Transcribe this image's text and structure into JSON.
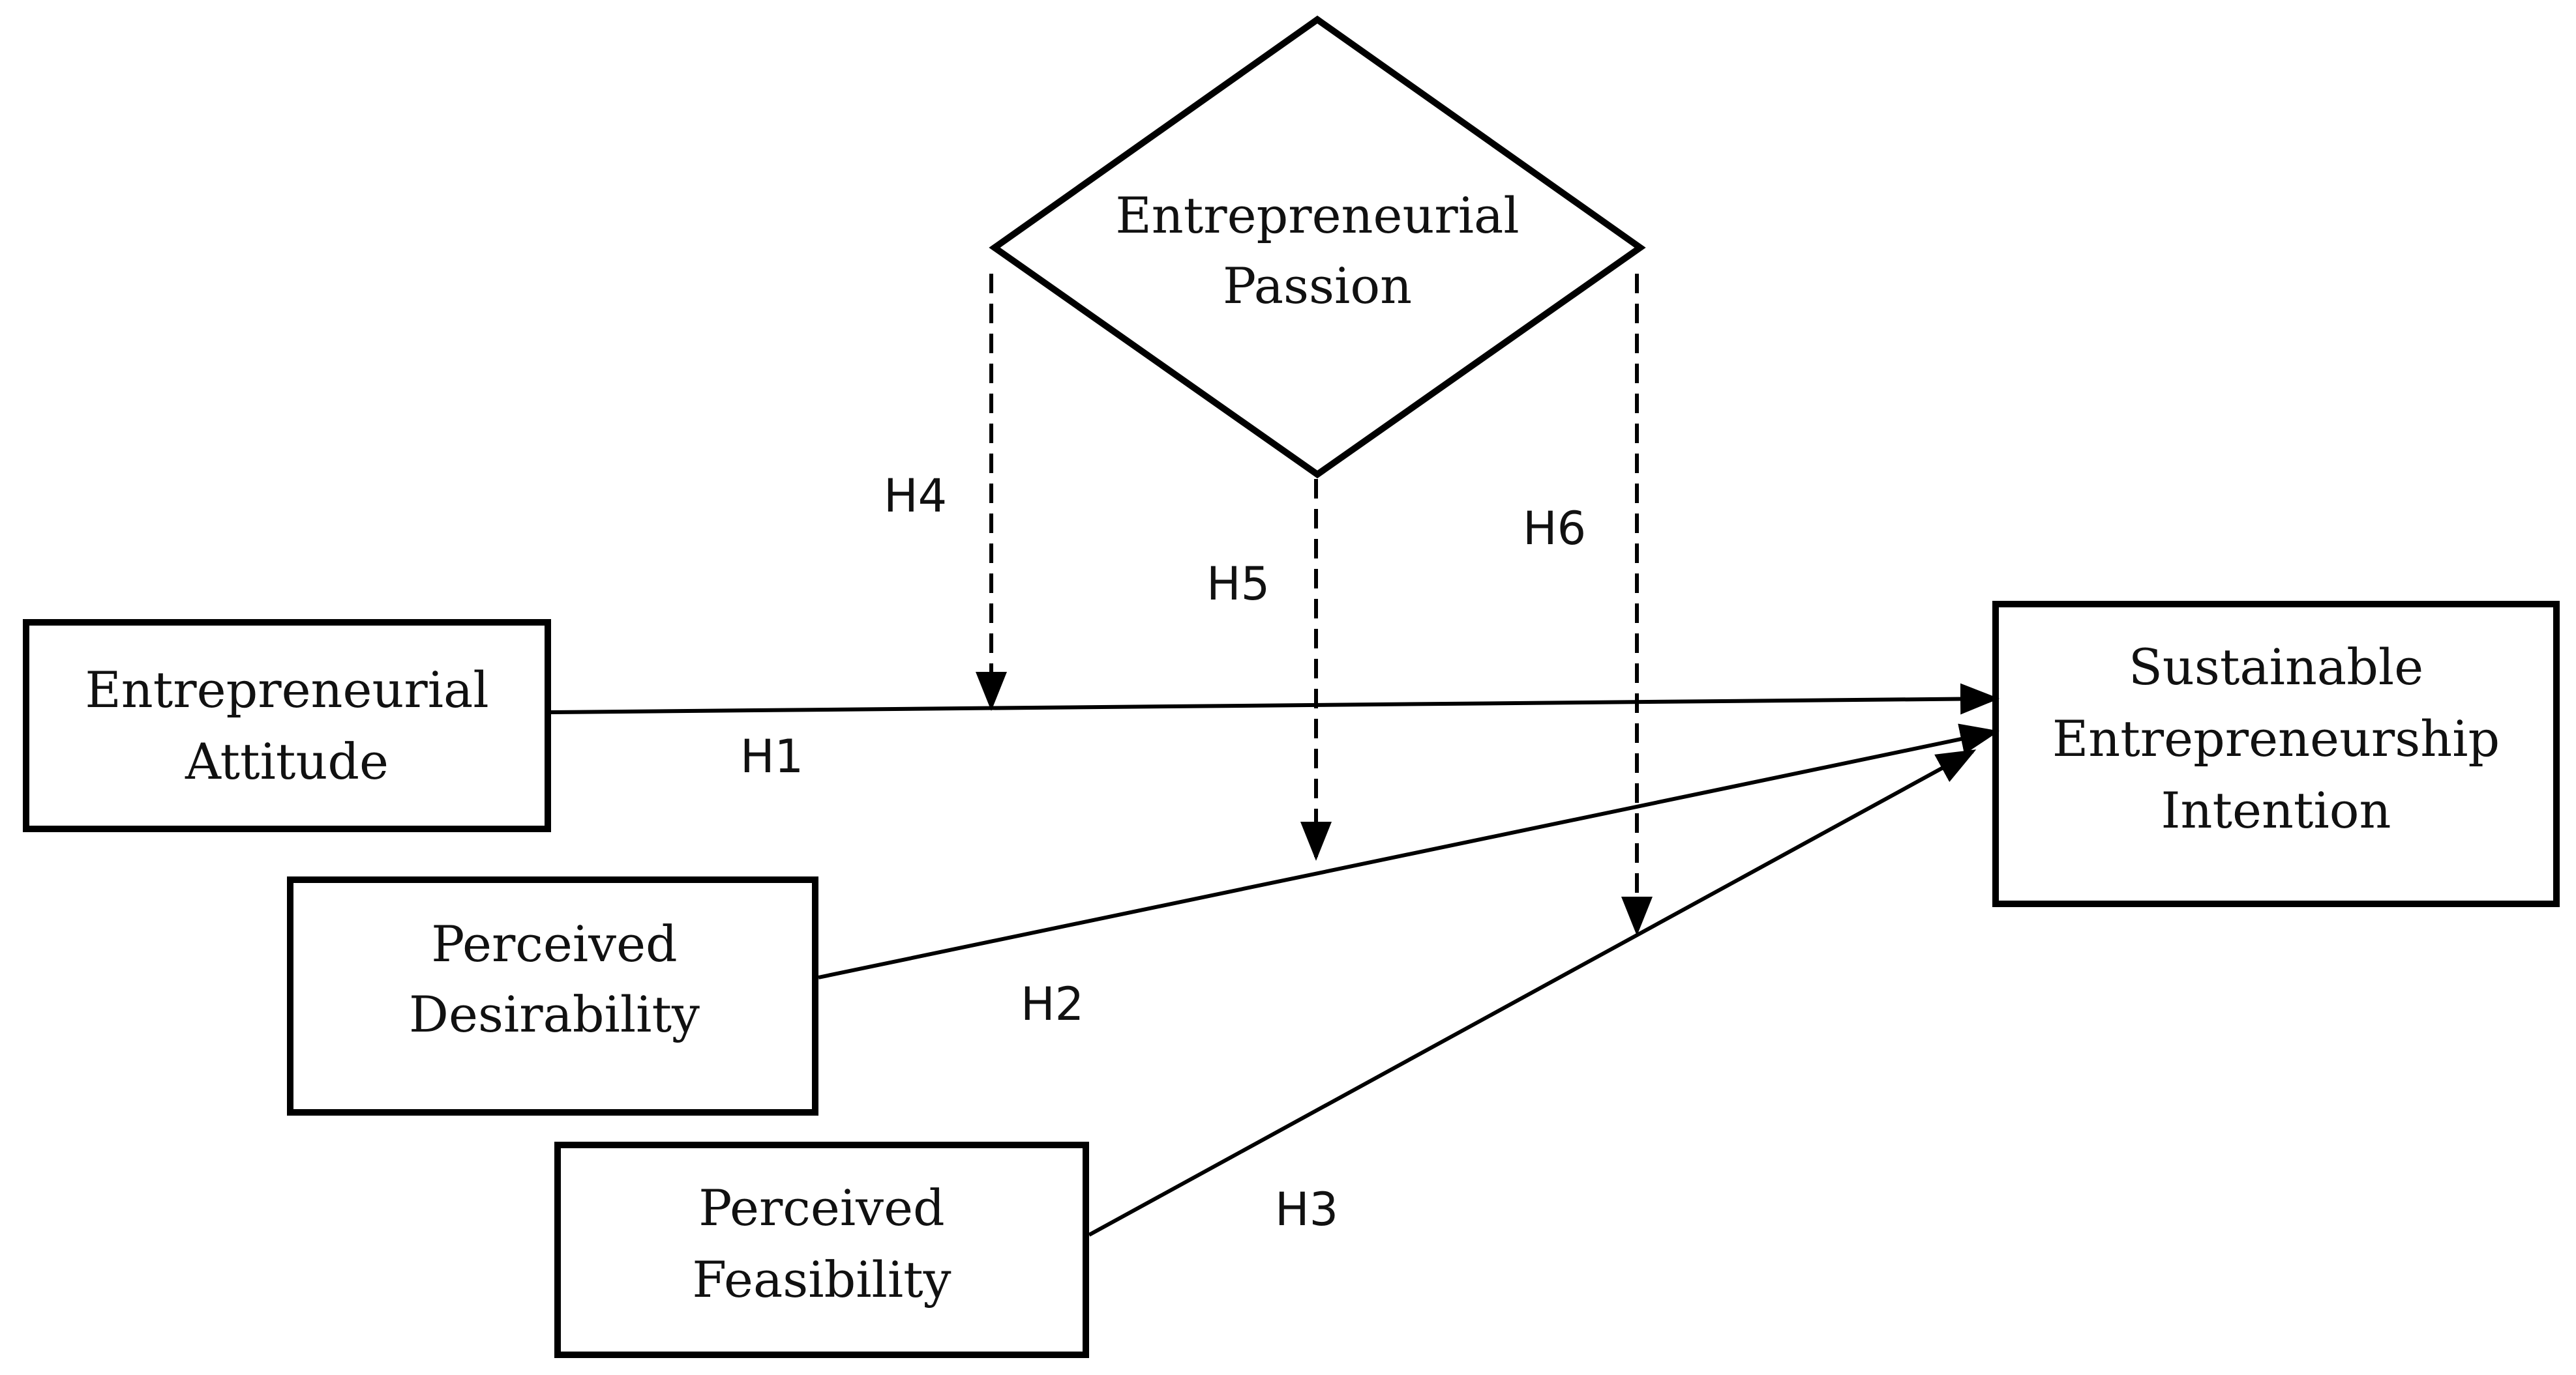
{
  "nodes": {
    "passion": {
      "line1": "Entrepreneurial",
      "line2": "Passion"
    },
    "attitude": {
      "line1": "Entrepreneurial",
      "line2": "Attitude"
    },
    "desirability": {
      "line1": "Perceived",
      "line2": "Desirability"
    },
    "feasibility": {
      "line1": "Perceived",
      "line2": "Feasibility"
    },
    "intention": {
      "line1": "Sustainable",
      "line2": "Entrepreneurship",
      "line3": "Intention"
    }
  },
  "hypotheses": {
    "h1": "H1",
    "h2": "H2",
    "h3": "H3",
    "h4": "H4",
    "h5": "H5",
    "h6": "H6"
  }
}
